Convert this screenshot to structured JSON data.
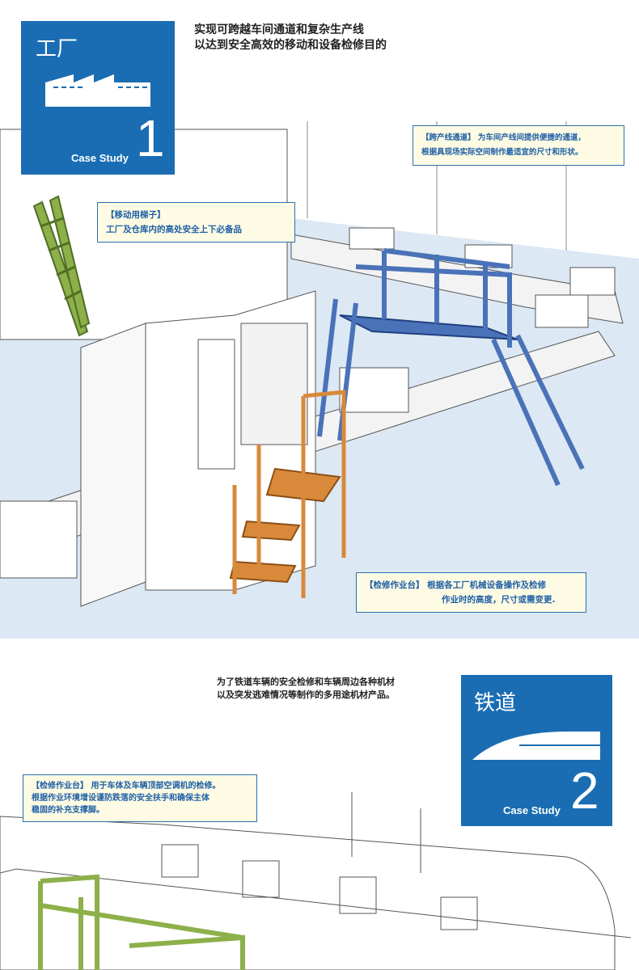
{
  "case1": {
    "title": "工厂",
    "label": "Case Study",
    "number": "1",
    "headline": [
      "实现可跨越车间通道和复杂生产线",
      "以达到安全高效的移动和设备检修目的"
    ],
    "callouts": [
      {
        "tag": "【跨产线通道】",
        "lines": [
          "为车间产线间提供便捷的通道，",
          "根据具现场实际空间制作最适宜的尺寸和形状。"
        ]
      },
      {
        "tag": "【移动用梯子】",
        "lines": [
          "工厂及仓库内的高处安全上下必备品"
        ]
      },
      {
        "tag": "【检修作业台】",
        "lines": [
          "根据各工厂机械设备操作及检修",
          "作业时的高度，尺寸或需变更."
        ]
      }
    ]
  },
  "case2": {
    "title": "铁道",
    "label": "Case Study",
    "number": "2",
    "headline": [
      "为了铁道车辆的安全检修和车辆周边各种机材",
      "以及突发逃难情况等制作的多用途机材产品。"
    ],
    "callouts": [
      {
        "tag": "【检修作业台】",
        "lines": [
          "用于车体及车辆顶部空调机的检修。",
          "根据作业环境增设谨防跌落的安全扶手和确保主体",
          "稳固的补充支撑脚。"
        ]
      }
    ]
  },
  "colors": {
    "brand": "#1a6db3",
    "ladder": "#8db04a",
    "bridge": "#4a72b8",
    "platform": "#d9893a",
    "floor": "#dce8f3"
  }
}
